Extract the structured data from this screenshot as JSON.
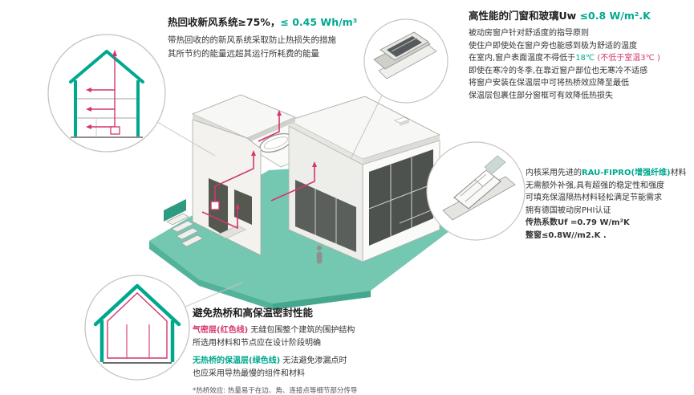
{
  "colors": {
    "teal": "#00A88E",
    "red": "#D4356E",
    "platform": "#74C8B1"
  },
  "ventilation": {
    "title_black": "热回收新风系统≥75%，",
    "title_green": "≤ 0.45 Wh/m³",
    "desc1": "带热回收的的新风系统采取防止热损失的措施",
    "desc2": "其所节约的能量远超其运行所耗费的能量"
  },
  "windows": {
    "title_black": "高性能的门窗和玻璃Uw ",
    "title_green": "≤0.8 W/m².K",
    "line1": "被动房窗户针对舒适度的指导原则",
    "line2": "使住户即使处在窗户旁也能感到极为舒适的温度",
    "line3_black": "在室内,窗户表面温度不得低于",
    "line3_green": "18℃",
    "line3_red": " (不低于室温3℃ )",
    "line4": "即使在寒冷的冬季,在靠近窗户部位也无寒冷不适感",
    "line5": "将窗户安装在保温层中可将热桥效应降至最低",
    "line6": "保温层包裹住部分窗框可有效降低热损失"
  },
  "frame": {
    "line1_a": "内核采用先进的",
    "line1_green": "RAU-FIPRO(增强纤维)",
    "line1_b": "材料",
    "line2": "无需额外补强,具有超强的稳定性和强度",
    "line3": "可填充保温隔热材料轻松满足节能需求",
    "line4": "拥有德国被动房PHI认证",
    "line5": "传热系数Uf =0.79 W/m²K",
    "line6": "整窗≤0.8W//m2.K ."
  },
  "thermal": {
    "title": "避免热桥和高保温密封性能",
    "p1_red": "气密层(红色线)",
    "p1_rest": " 无缝包围整个建筑的围护结构",
    "p1_line2": "所选用材料和节点应在设计阶段明确",
    "p2_green": "无热桥的保温层(绿色线)",
    "p2_rest": " 无法避免渗漏点时",
    "p2_line2": "也应采用导热最慢的组件和材料",
    "footnote": "*热桥效应: 热量易于在边、角、连接点等细节部分传导"
  }
}
